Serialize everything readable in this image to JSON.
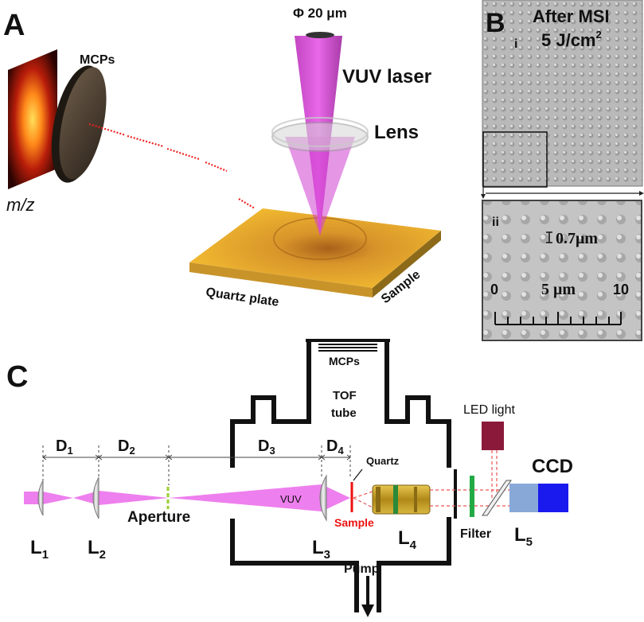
{
  "panels": {
    "a": {
      "letter": "A",
      "aperture_label": "Φ 20 μm",
      "laser_label": "VUV laser",
      "lens_label": "Lens",
      "mcps_label": "MCPs",
      "mz_label": "m/z",
      "quartz_label": "Quartz plate",
      "sample_label": "Sample"
    },
    "b": {
      "letter": "B",
      "sub_i": "i",
      "after_label": "After MSI",
      "fluence_value": "5 J/cm",
      "fluence_exp": "2",
      "sub_ii": "ii",
      "spot_size": "0.7μm",
      "scale_0": "0",
      "scale_5": "5 μm",
      "scale_10": "10"
    },
    "c": {
      "letter": "C",
      "mcps": "MCPs",
      "tof_line1": "TOF",
      "tof_line2": "tube",
      "led_light": "LED light",
      "ccd": "CCD",
      "d1": "D",
      "d1_sub": "1",
      "d2": "D",
      "d2_sub": "2",
      "d3": "D",
      "d3_sub": "3",
      "d4": "D",
      "d4_sub": "4",
      "quartz": "Quartz",
      "vuv": "VUV",
      "aperture": "Aperture",
      "sample": "Sample",
      "filter": "Filter",
      "pump": "Pump",
      "l1": "L",
      "l1_sub": "1",
      "l2": "L",
      "l2_sub": "2",
      "l3": "L",
      "l3_sub": "3",
      "l4": "L",
      "l4_sub": "4",
      "l5": "L",
      "l5_sub": "5"
    }
  },
  "colors": {
    "beam": "#ee7fee",
    "laser_cone": "#cc33cc",
    "ion_trail": "#ee2222",
    "plate": "#e8a820",
    "led": "#8b1a3a",
    "ccd_light": "#88a8d8",
    "ccd_dark": "#1a1aee",
    "filter": "#22aa44",
    "objective": "#c8a020",
    "sample_red": "#ee1111"
  }
}
